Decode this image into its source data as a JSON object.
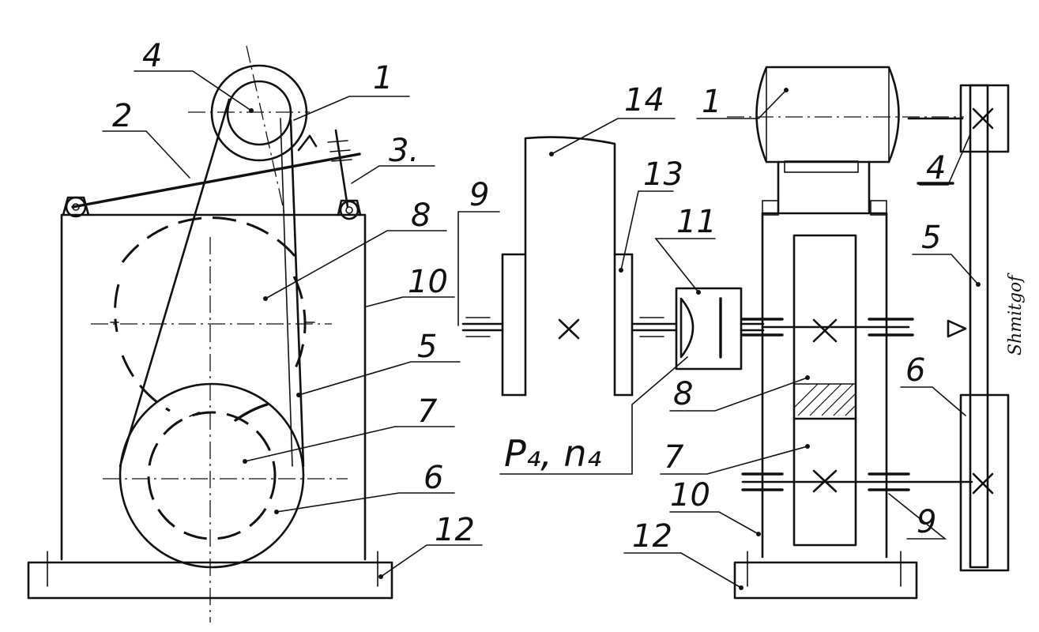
{
  "left_view": {
    "labels": [
      "4",
      "1",
      "2",
      "3.",
      "8",
      "10",
      "5",
      "7",
      "6",
      "12"
    ]
  },
  "right_view": {
    "labels": [
      "14",
      "9",
      "13",
      "11",
      "1",
      "4",
      "5",
      "6",
      "8",
      "7",
      "10",
      "12",
      "9"
    ],
    "power_speed_label": "P₄, n₄"
  },
  "signature_text": "Shmitgof"
}
